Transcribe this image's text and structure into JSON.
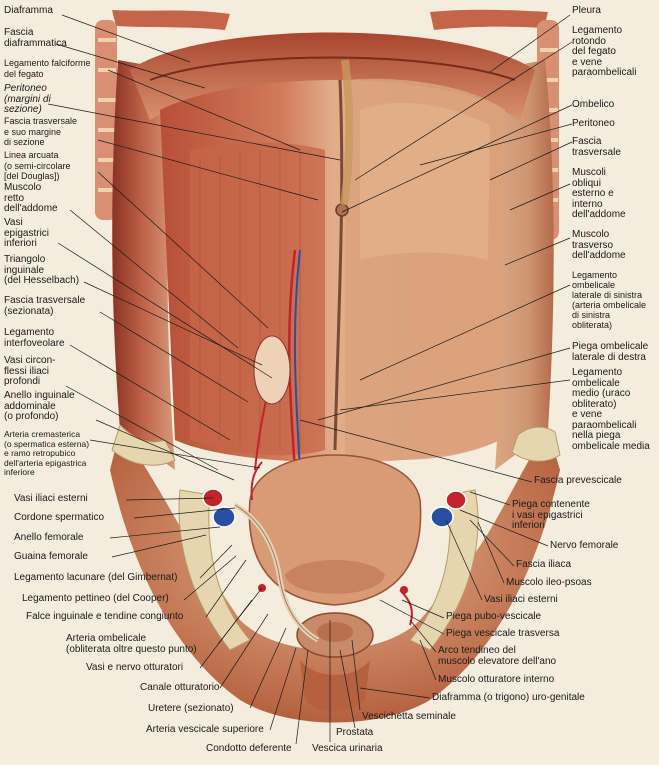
{
  "labels_left": [
    {
      "id": "diaframma",
      "text": "Diaframma"
    },
    {
      "id": "fascia-diaframmatica",
      "text": "Fascia\ndiaframmatica"
    },
    {
      "id": "legamento-falciforme",
      "text": "Legamento falciforme\ndel fegato"
    },
    {
      "id": "peritoneo-margini",
      "text": "Peritoneo\n(margini di\nsezione)"
    },
    {
      "id": "fascia-trasversale-margine",
      "text": "Fascia trasversale\ne suo margine\ndi sezione"
    },
    {
      "id": "linea-arcuata",
      "text": "Linea arcuata\n(o semi-circolare\n[del Douglas])"
    },
    {
      "id": "muscolo-retto",
      "text": "Muscolo\nretto\ndell'addome"
    },
    {
      "id": "vasi-epigastrici-inferiori",
      "text": "Vasi\nepigastrici\ninferiori"
    },
    {
      "id": "triangolo-inguinale",
      "text": "Triangolo\ninguinale\n(del Hesselbach)"
    },
    {
      "id": "fascia-trasversale-sezionata",
      "text": "Fascia trasversale\n(sezionata)"
    },
    {
      "id": "legamento-interfoveolare",
      "text": "Legamento\ninterfoveolare"
    },
    {
      "id": "vasi-circonflessi",
      "text": "Vasi circon-\nflessi iliaci\nprofondi"
    },
    {
      "id": "anello-inguinale",
      "text": "Anello inguinale\naddominale\n(o profondo)"
    },
    {
      "id": "arteria-cremasterica",
      "text": "Arteria cremasterica\n(o spermatica esterna)\ne ramo retropubico\ndell'arteria epigastrica\ninferiore"
    },
    {
      "id": "vasi-iliaci-esterni-sx",
      "text": "Vasi iliaci esterni"
    },
    {
      "id": "cordone-spermatico",
      "text": "Cordone spermatico"
    },
    {
      "id": "anello-femorale",
      "text": "Anello femorale"
    },
    {
      "id": "guaina-femorale",
      "text": "Guaina femorale"
    },
    {
      "id": "legamento-lacunare",
      "text": "Legamento lacunare (del Gimbernat)"
    },
    {
      "id": "legamento-pettineo",
      "text": "Legamento pettineo (del Cooper)"
    },
    {
      "id": "falce-inguinale",
      "text": "Falce inguinale e tendine congiunto"
    },
    {
      "id": "arteria-ombelicale",
      "text": "Arteria ombelicale\n(obliterata oltre questo punto)"
    },
    {
      "id": "vasi-nervo-otturatori",
      "text": "Vasi e nervo otturatori"
    },
    {
      "id": "canale-otturatorio",
      "text": "Canale otturatorio"
    },
    {
      "id": "uretere",
      "text": "Uretere (sezionato)"
    },
    {
      "id": "arteria-vescicale-superiore",
      "text": "Arteria vescicale superiore"
    },
    {
      "id": "condotto-deferente",
      "text": "Condotto deferente"
    }
  ],
  "labels_right": [
    {
      "id": "pleura",
      "text": "Pleura"
    },
    {
      "id": "legamento-rotondo",
      "text": "Legamento\nrotondo\ndel fegato\ne vene\nparaombelicali"
    },
    {
      "id": "ombelico",
      "text": "Ombelico"
    },
    {
      "id": "peritoneo-dx",
      "text": "Peritoneo"
    },
    {
      "id": "fascia-trasversale-dx",
      "text": "Fascia\ntrasversale"
    },
    {
      "id": "muscoli-obliqui",
      "text": "Muscoli\nobliqui\nesterno e\ninterno\ndell'addome"
    },
    {
      "id": "muscolo-trasverso",
      "text": "Muscolo\ntrasverso\ndell'addome"
    },
    {
      "id": "legamento-ombelicale-laterale",
      "text": "Legamento\nombelicale\nlaterale di sinistra\n(arteria ombelicale\ndi sinistra\nobliterata)"
    },
    {
      "id": "piega-ombelicale-laterale",
      "text": "Piega ombelicale\nlaterale di destra"
    },
    {
      "id": "legamento-ombelicale-medio",
      "text": "Legamento\nombelicale\nmedio (uraco\nobliterato)\ne vene\nparaombelicali\nnella piega\nombelicale media"
    },
    {
      "id": "fascia-prevescicale",
      "text": "Fascia prevescicale"
    },
    {
      "id": "piega-contenente",
      "text": "Piega contenente\ni vasi epigastrici\ninferiori"
    },
    {
      "id": "nervo-femorale",
      "text": "Nervo femorale"
    },
    {
      "id": "fascia-iliaca",
      "text": "Fascia iliaca"
    },
    {
      "id": "muscolo-ileo-psoas",
      "text": "Muscolo ileo-psoas"
    },
    {
      "id": "vasi-iliaci-esterni-dx",
      "text": "Vasi iliaci esterni"
    },
    {
      "id": "piega-pubo-vescicale",
      "text": "Piega pubo-vescicale"
    },
    {
      "id": "piega-vescicale-trasversa",
      "text": "Piega vescicale trasversa"
    },
    {
      "id": "arco-tendineo",
      "text": "Arco tendineo del\nmuscolo elevatore dell'ano"
    },
    {
      "id": "muscolo-otturatore",
      "text": "Muscolo otturatore interno"
    },
    {
      "id": "diaframma-urogenitale",
      "text": "Diaframma (o trigono) uro-genitale"
    }
  ],
  "labels_bottom": [
    {
      "id": "vescichetta-seminale",
      "text": "Vescichetta seminale"
    },
    {
      "id": "prostata",
      "text": "Prostata"
    },
    {
      "id": "vescica-urinaria",
      "text": "Vescica urinaria"
    }
  ],
  "colors": {
    "background": "#f4ecdc",
    "muscle": "#b8533d",
    "muscle_dark": "#8c3526",
    "peritoneum": "#c98a62",
    "artery": "#c4232b",
    "vein": "#2b4fa0",
    "bone": "#e6d6b0",
    "leader": "#1a1a1a"
  }
}
